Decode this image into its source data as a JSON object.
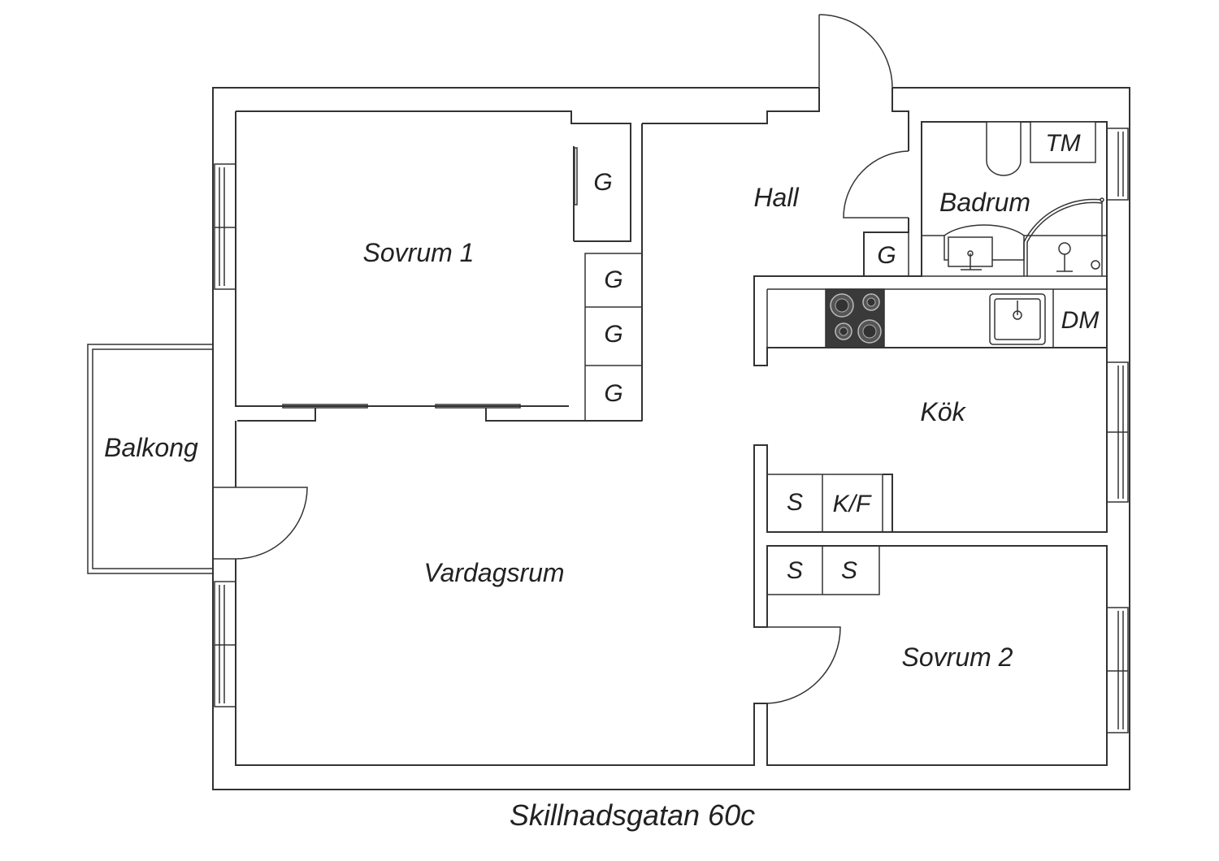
{
  "rooms": {
    "sovrum1": "Sovrum 1",
    "hall": "Hall",
    "badrum": "Badrum",
    "balkong": "Balkong",
    "kok": "Kök",
    "vardagsrum": "Vardagsrum",
    "sovrum2": "Sovrum 2"
  },
  "units": {
    "garderob": "G",
    "tvattmaskin": "TM",
    "diskmaskin": "DM",
    "skap": "S",
    "kyl_frys": "K/F"
  },
  "caption": "Skillnadsgatan 60c",
  "colors": {
    "line": "#333333",
    "stove": "#3a3a3a",
    "background": "#ffffff"
  }
}
